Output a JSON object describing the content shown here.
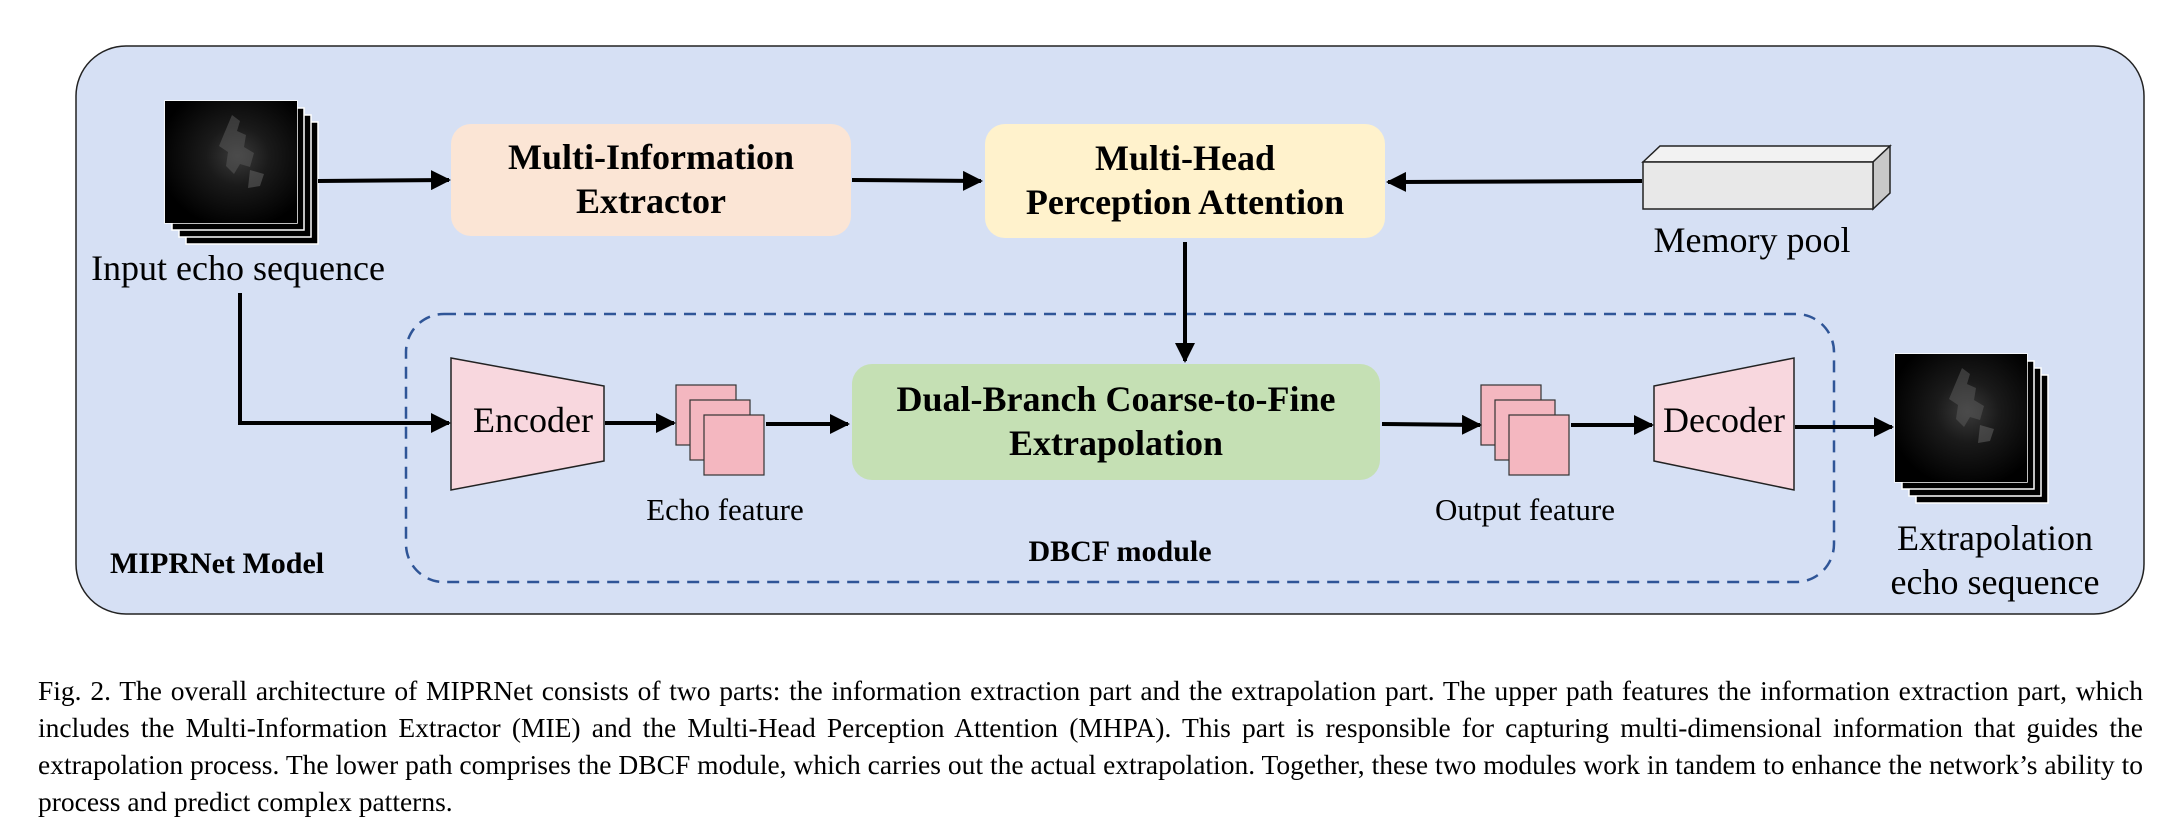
{
  "diagram": {
    "model_label": "MIPRNet Model",
    "module_label": "DBCF module",
    "nodes": {
      "input": {
        "label": "Input echo sequence"
      },
      "mie": {
        "label_line1": "Multi-Information",
        "label_line2": "Extractor"
      },
      "mhpa": {
        "label_line1": "Multi-Head",
        "label_line2": "Perception Attention"
      },
      "memory": {
        "label": "Memory pool"
      },
      "encoder": {
        "label": "Encoder"
      },
      "echo_feature": {
        "label": "Echo feature"
      },
      "dbcf": {
        "label_line1": "Dual-Branch Coarse-to-Fine",
        "label_line2": "Extrapolation"
      },
      "output_feature": {
        "label": "Output feature"
      },
      "decoder": {
        "label": "Decoder"
      },
      "output": {
        "label_line1": "Extrapolation",
        "label_line2": "echo sequence"
      }
    },
    "colors": {
      "model_bg": "#d6e0f4",
      "mie_fill": "#fbe5d5",
      "mhpa_fill": "#fff2cc",
      "dbcf_fill": "#c5e0b4",
      "coder_fill": "#f8d7de",
      "feature_fill": "#f4b7c0",
      "dashed_border": "#2f5597",
      "memory_front": "#e8e8e8",
      "memory_side": "#c8c8c8"
    }
  },
  "caption": {
    "text": "Fig. 2.  The overall architecture of MIPRNet consists of two parts: the information extraction part and the extrapolation part. The upper path features the information extraction part, which includes the Multi-Information Extractor (MIE) and the Multi-Head Perception Attention (MHPA). This part is responsible for capturing multi-dimensional information that guides the extrapolation process. The lower path comprises the DBCF module, which carries out the actual extrapolation. Together, these two modules work in tandem to enhance the network’s ability to process and predict complex patterns."
  }
}
